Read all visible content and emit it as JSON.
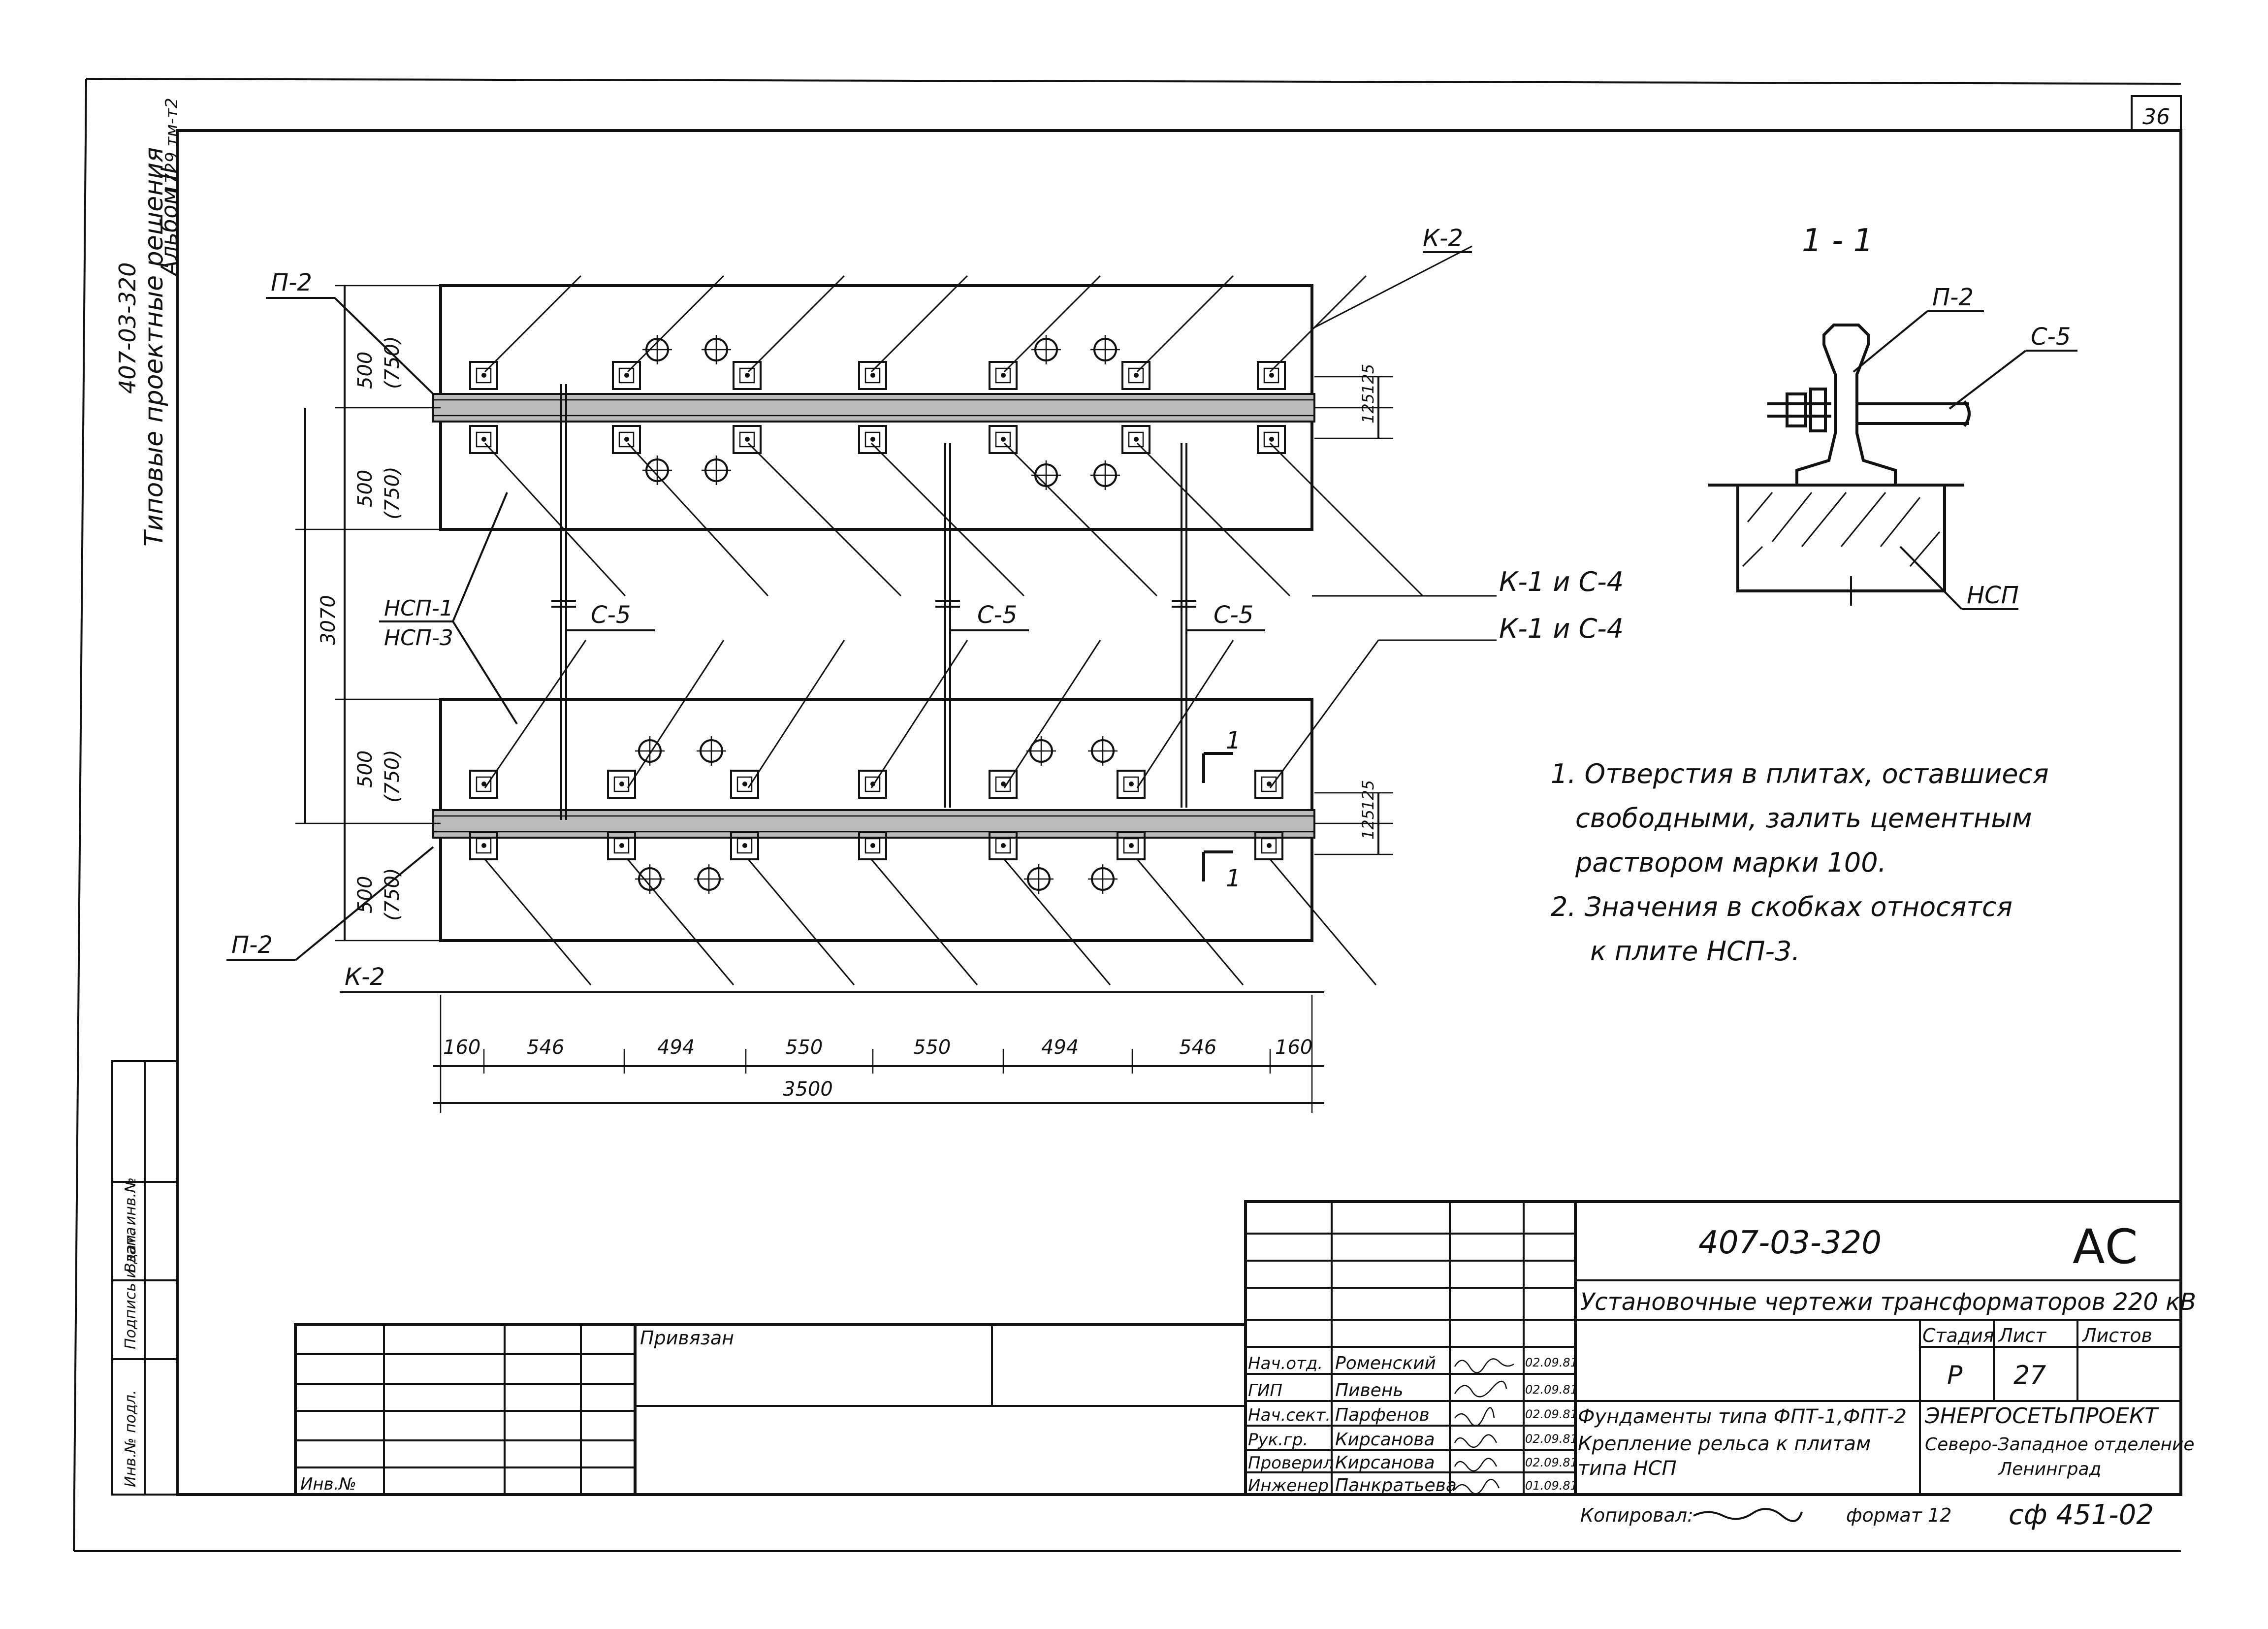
{
  "sheet": {
    "page_number": "36",
    "code_vertical": "407-03-320",
    "album_vertical": "Альбом II",
    "series_vertical": "Типовые проектные решения",
    "inv_vertical": "1729 тм-т2"
  },
  "plan": {
    "labels": {
      "p2_top": "П-2",
      "p2_bottom": "П-2",
      "k2_top": "К-2",
      "k2_bottom": "К-2",
      "nsp": "НСП-1\nНСП-3",
      "nsp1": "НСП-1",
      "nsp3": "НСП-3",
      "c5": "С-5",
      "k1c4_a": "К-1 и С-4",
      "k1c4_b": "К-1 и С-4",
      "section_mark": "1"
    },
    "left_dims": [
      "500",
      "(750)",
      "500",
      "(750)",
      "3070",
      "500",
      "(750)",
      "500",
      "(750)"
    ],
    "right_dims": [
      "125",
      "125"
    ],
    "bottom_dims": [
      "160",
      "546",
      "494",
      "550",
      "550",
      "494",
      "546",
      "160"
    ],
    "total_dim": "3500"
  },
  "section": {
    "title": "1 - 1",
    "labels": {
      "p2": "П-2",
      "c5": "С-5",
      "nsp": "НСП"
    }
  },
  "notes": [
    "1. Отверстия в плитах, оставшиеся",
    "свободными, залить цементным",
    "раствором марки 100.",
    "2. Значения в скобках относятся",
    "к плите НСП-3."
  ],
  "title_block": {
    "doc_code": "407-03-320",
    "mark": "АС",
    "project_title": "Установочные чертежи трансформаторов 220 кВ",
    "stage_header": "Стадия",
    "sheet_header": "Лист",
    "sheets_header": "Листов",
    "stage": "Р",
    "sheet": "27",
    "sheets": "",
    "drawing_title_1": "Фундаменты типа ФПТ-1,ФПТ-2",
    "drawing_title_2": "Крепление рельса к плитам",
    "drawing_title_3": "типа НСП",
    "org_1": "ЭНЕРГОСЕТЬПРОЕКТ",
    "org_2": "Северо-Западное отделение",
    "org_3": "Ленинград",
    "roles": [
      "Нач.отд.",
      "ГИП",
      "Нач.сект.",
      "Рук.гр.",
      "Проверил",
      "Инженер"
    ],
    "names": [
      "Роменский",
      "Пивень",
      "Парфенов",
      "Кирсанова",
      "Кирсанова",
      "Панкратьева"
    ],
    "dates": [
      "02.09.81",
      "02.09.81",
      "02.09.81",
      "02.09.81",
      "02.09.81",
      "01.09.81"
    ],
    "bound_label": "Привязан",
    "inv_label": "Инв.№",
    "copied": "Копировал:",
    "format": "формат 12",
    "archive_code": "сф 451-02"
  },
  "side_stamp": [
    "Инв.№ подл.",
    "Подпись и дата",
    "Взам. инв.№"
  ]
}
